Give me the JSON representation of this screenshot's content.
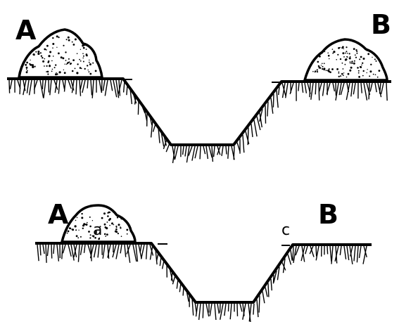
{
  "diagrams": [
    {
      "left_label": "A",
      "right_label": "B"
    },
    {
      "left_label": "A",
      "right_label": "B",
      "mound_label": "a",
      "edge_label": "c"
    }
  ],
  "colors": {
    "ink": "#000000",
    "paper": "#ffffff"
  }
}
